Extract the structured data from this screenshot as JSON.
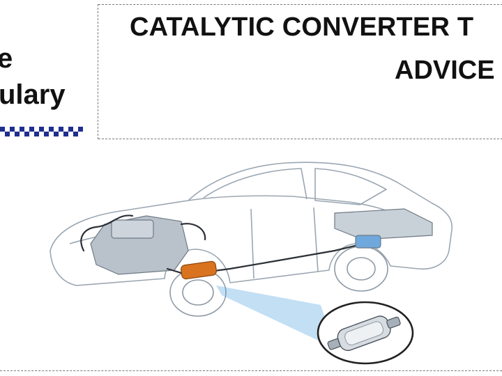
{
  "header": {
    "logo_line1": "e",
    "logo_line2": "ulary",
    "title_line1": "CATALYTIC CONVERTER T",
    "title_line2": "ADVICE"
  },
  "colors": {
    "text": "#111111",
    "checker_blue": "#1f2f8f",
    "converter_orange": "#d9731f",
    "beam_blue": "#4fa3e0"
  }
}
